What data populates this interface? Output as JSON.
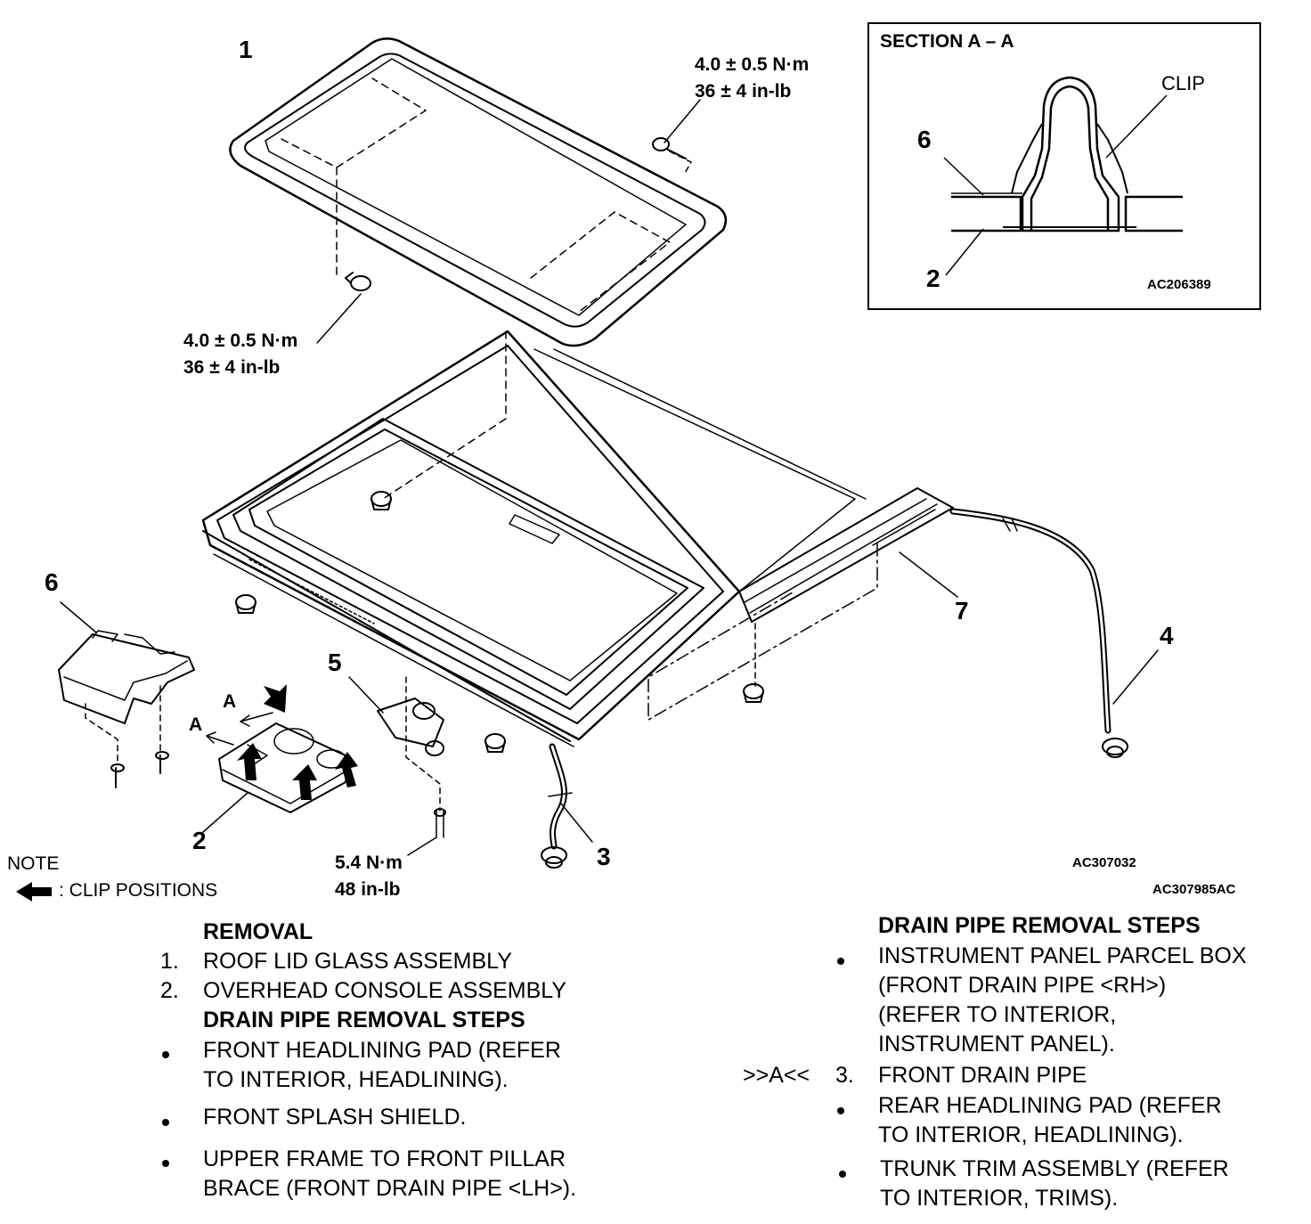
{
  "callouts": {
    "c1": "1",
    "c2": "2",
    "c3": "3",
    "c4": "4",
    "c5": "5",
    "c6": "6",
    "c7": "7",
    "arrow_a1": "A",
    "arrow_a2": "A"
  },
  "torque": {
    "glass_top_nm": "4.0 ± 0.5 N·m",
    "glass_top_inlb": "36 ± 4 in-lb",
    "glass_left_nm": "4.0 ± 0.5 N·m",
    "glass_left_inlb": "36 ± 4 in-lb",
    "motor_nm": "5.4 N·m",
    "motor_inlb": "48 in-lb"
  },
  "section": {
    "title": "SECTION A – A",
    "clip_label": "CLIP",
    "label_6": "6",
    "label_2": "2",
    "code": "AC206389"
  },
  "codes": {
    "figure_code": "AC307032",
    "page_code": "AC307985AC"
  },
  "note": {
    "title": "NOTE",
    "legend": ": CLIP POSITIONS"
  },
  "removal": {
    "heading": "REMOVAL",
    "items": [
      {
        "num": "1.",
        "text": "ROOF LID GLASS ASSEMBLY"
      },
      {
        "num": "2.",
        "text": "OVERHEAD CONSOLE ASSEMBLY"
      }
    ],
    "sub_heading": "DRAIN PIPE REMOVAL STEPS",
    "bullets": [
      {
        "line1": "FRONT HEADLINING PAD (REFER",
        "line2": "TO INTERIOR, HEADLINING)."
      },
      {
        "line1": "FRONT SPLASH SHIELD.",
        "line2": ""
      },
      {
        "line1": "UPPER FRAME TO FRONT PILLAR",
        "line2": "BRACE (FRONT DRAIN PIPE <LH>)."
      }
    ]
  },
  "drain": {
    "heading": "DRAIN PIPE REMOVAL STEPS",
    "b1": [
      "INSTRUMENT PANEL PARCEL BOX",
      "(FRONT DRAIN PIPE <RH>)",
      "(REFER TO INTERIOR,",
      "INSTRUMENT PANEL)."
    ],
    "step3_marker": ">>A<<",
    "step3_num": "3.",
    "step3_text": "FRONT DRAIN PIPE",
    "b2": [
      "REAR HEADLINING PAD (REFER",
      "TO INTERIOR, HEADLINING)."
    ],
    "b3": [
      "TRUNK TRIM ASSEMBLY (REFER",
      "TO INTERIOR, TRIMS)."
    ]
  }
}
